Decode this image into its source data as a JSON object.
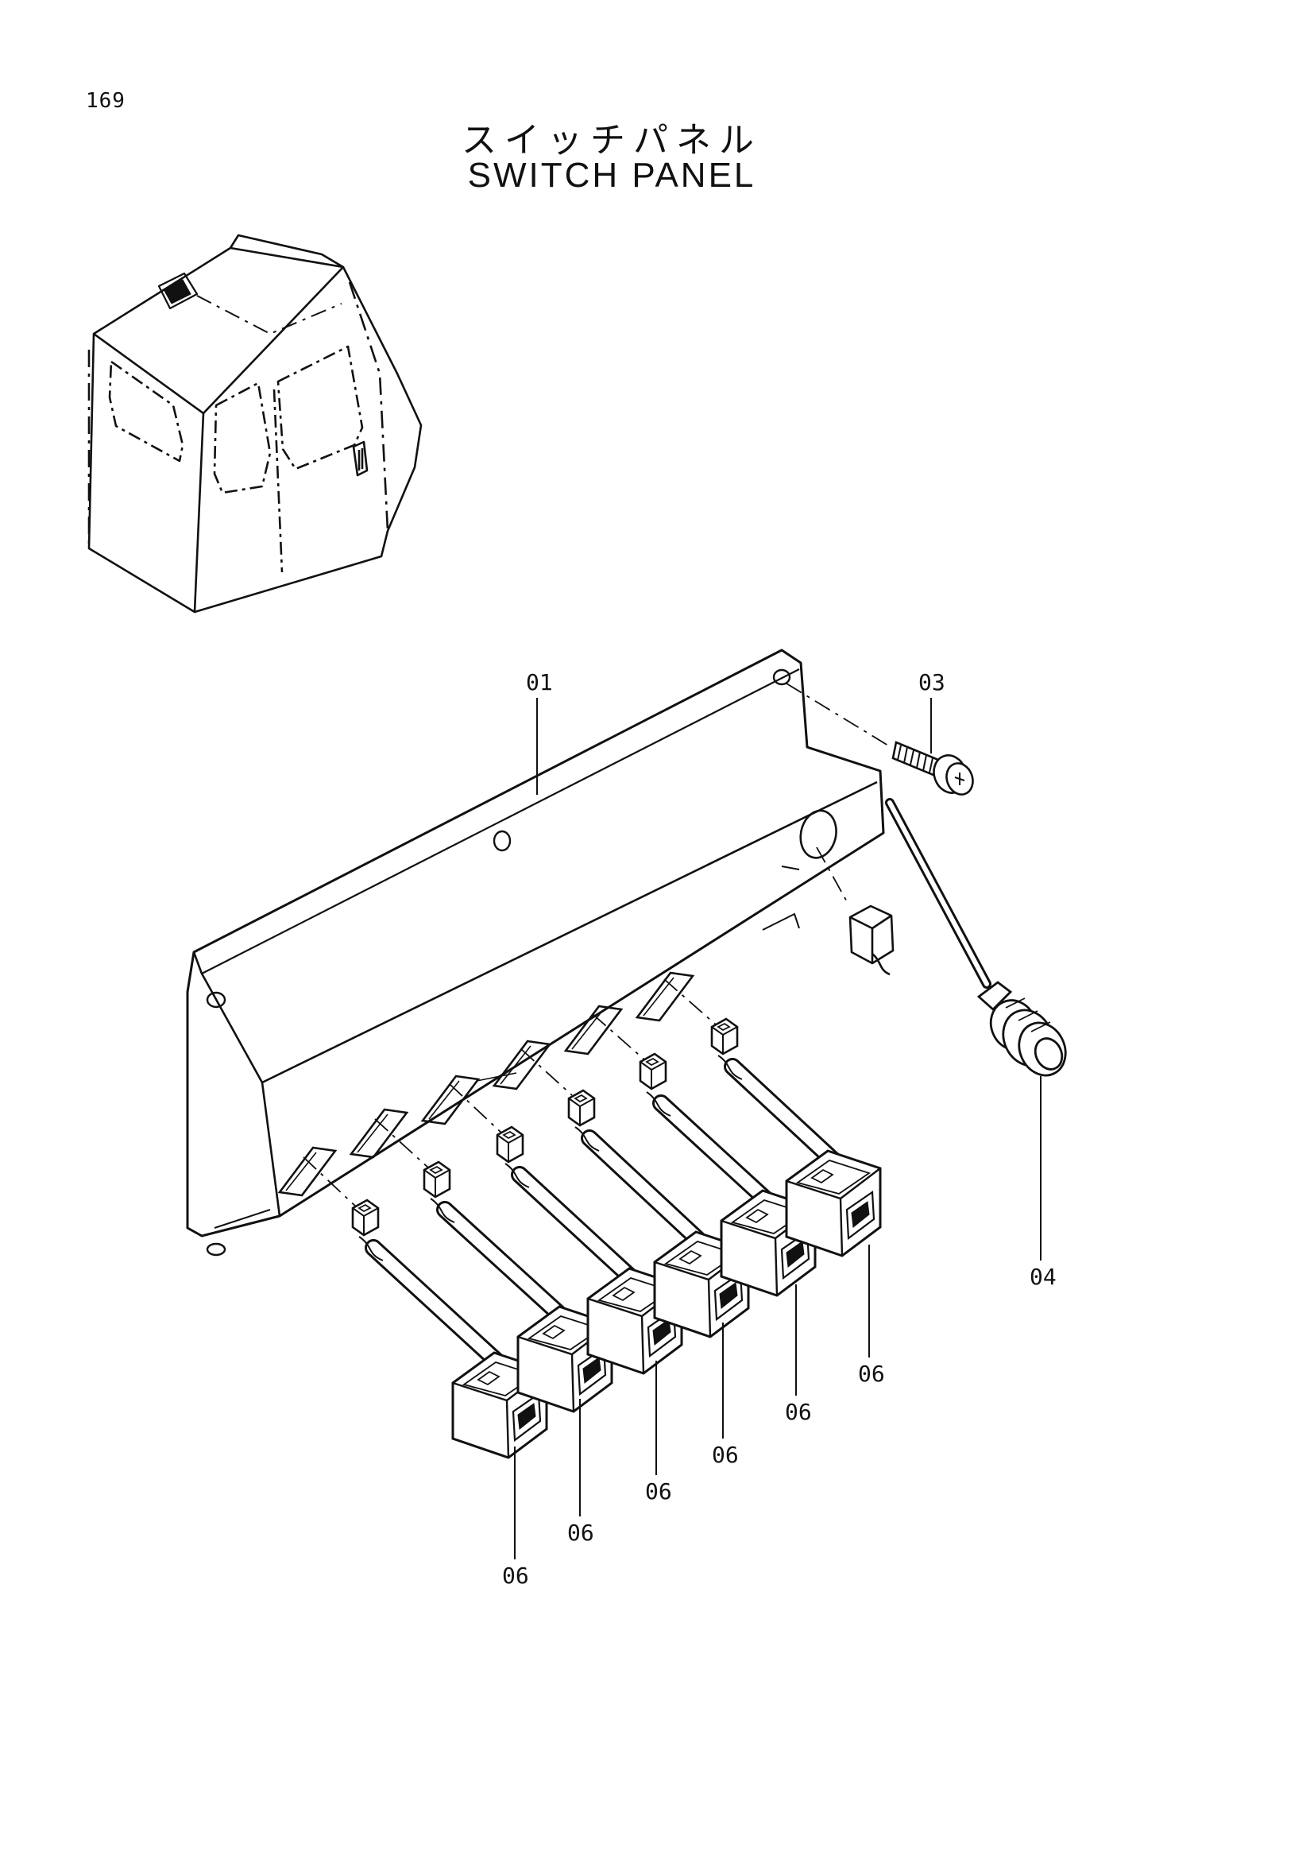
{
  "page": {
    "number": "169",
    "title_jp": "スイッチパネル",
    "title_en": "SWITCH PANEL"
  },
  "callouts": {
    "panel": "01",
    "bolt": "03",
    "key_switch": "04",
    "switches": [
      "06",
      "06",
      "06",
      "06",
      "06",
      "06"
    ]
  },
  "colors": {
    "line": "#111111",
    "background": "#ffffff"
  }
}
